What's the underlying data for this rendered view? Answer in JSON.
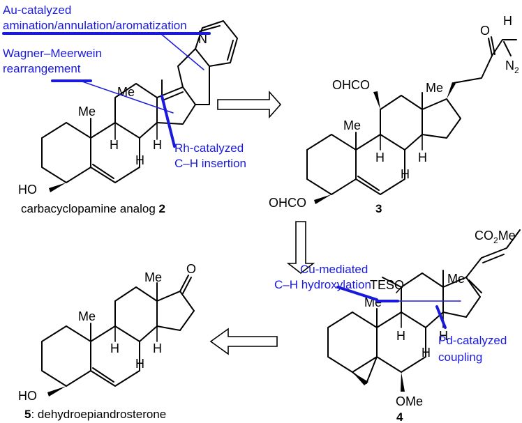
{
  "annotations": {
    "au_line1": "Au-catalyzed",
    "au_line2": "amination/annulation/aromatization",
    "wm_line1": "Wagner–Meerwein",
    "wm_line2": "rearrangement",
    "rh_line1": "Rh-catalyzed",
    "rh_line2": "C–H insertion",
    "cu_line1": "Cu-mediated",
    "cu_line2": "C–H hydroxylation",
    "pd_line1": "Pd-catalyzed",
    "pd_line2": "coupling"
  },
  "compounds": {
    "c2": {
      "caption": "carbacyclopamine analog ",
      "number": "2"
    },
    "c3": {
      "number": "3"
    },
    "c4": {
      "number": "4"
    },
    "c5": {
      "number": "5",
      "caption": ": dehydroepiandrosterone"
    }
  },
  "atoms": {
    "N": "N",
    "Me": "Me",
    "H": "H",
    "HO": "HO",
    "O": "O",
    "OHCO": "OHCO",
    "OHCO_top": "OHCO",
    "N2_main": "N",
    "N2_sub": "2",
    "TESO": "TESO",
    "CO2Me_a": "CO",
    "CO2Me_sub": "2",
    "CO2Me_b": "Me",
    "OMe": "OMe"
  },
  "colors": {
    "annotation": "#1a1adc",
    "bonds": "#000000"
  }
}
